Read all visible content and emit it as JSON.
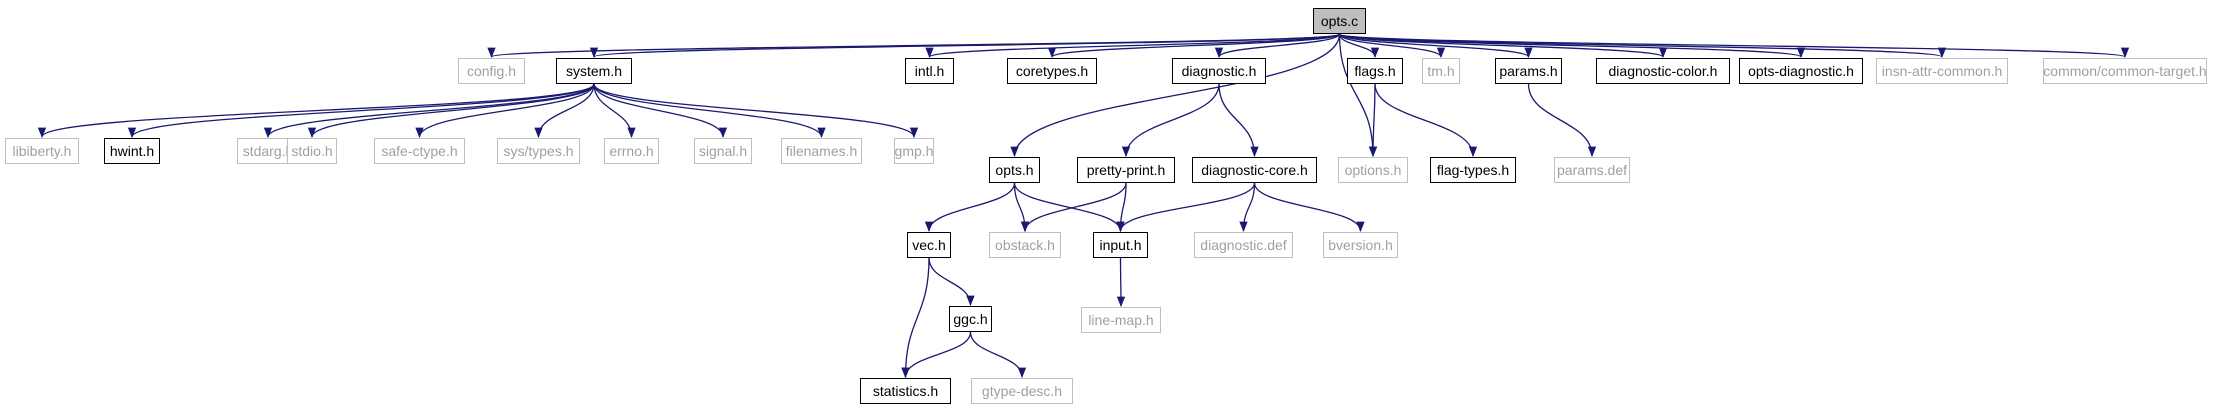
{
  "graph": {
    "edge_color": "#191970",
    "nodes": [
      {
        "id": "opts_c",
        "label": "opts.c",
        "kind": "root"
      },
      {
        "id": "config_h",
        "label": "config.h",
        "kind": "ghost"
      },
      {
        "id": "system_h",
        "label": "system.h",
        "kind": "solid"
      },
      {
        "id": "intl_h",
        "label": "intl.h",
        "kind": "solid"
      },
      {
        "id": "coretypes_h",
        "label": "coretypes.h",
        "kind": "solid"
      },
      {
        "id": "diagnostic_h",
        "label": "diagnostic.h",
        "kind": "solid"
      },
      {
        "id": "flags_h",
        "label": "flags.h",
        "kind": "solid"
      },
      {
        "id": "tm_h",
        "label": "tm.h",
        "kind": "ghost"
      },
      {
        "id": "params_h",
        "label": "params.h",
        "kind": "solid"
      },
      {
        "id": "diagnostic_color_h",
        "label": "diagnostic-color.h",
        "kind": "solid"
      },
      {
        "id": "opts_diagnostic_h",
        "label": "opts-diagnostic.h",
        "kind": "solid"
      },
      {
        "id": "insn_attr_common_h",
        "label": "insn-attr-common.h",
        "kind": "ghost"
      },
      {
        "id": "common_target_h",
        "label": "common/common-target.h",
        "kind": "ghost"
      },
      {
        "id": "libiberty_h",
        "label": "libiberty.h",
        "kind": "ghost"
      },
      {
        "id": "hwint_h",
        "label": "hwint.h",
        "kind": "solid"
      },
      {
        "id": "stdarg_h",
        "label": "stdarg.h",
        "kind": "ghost"
      },
      {
        "id": "stdio_h",
        "label": "stdio.h",
        "kind": "ghost"
      },
      {
        "id": "safe_ctype_h",
        "label": "safe-ctype.h",
        "kind": "ghost"
      },
      {
        "id": "sys_types_h",
        "label": "sys/types.h",
        "kind": "ghost"
      },
      {
        "id": "errno_h",
        "label": "errno.h",
        "kind": "ghost"
      },
      {
        "id": "signal_h",
        "label": "signal.h",
        "kind": "ghost"
      },
      {
        "id": "filenames_h",
        "label": "filenames.h",
        "kind": "ghost"
      },
      {
        "id": "gmp_h",
        "label": "gmp.h",
        "kind": "ghost"
      },
      {
        "id": "opts_h",
        "label": "opts.h",
        "kind": "solid"
      },
      {
        "id": "pretty_print_h",
        "label": "pretty-print.h",
        "kind": "solid"
      },
      {
        "id": "diagnostic_core_h",
        "label": "diagnostic-core.h",
        "kind": "solid"
      },
      {
        "id": "options_h",
        "label": "options.h",
        "kind": "ghost"
      },
      {
        "id": "flag_types_h",
        "label": "flag-types.h",
        "kind": "solid"
      },
      {
        "id": "params_def",
        "label": "params.def",
        "kind": "ghost"
      },
      {
        "id": "vec_h",
        "label": "vec.h",
        "kind": "solid"
      },
      {
        "id": "obstack_h",
        "label": "obstack.h",
        "kind": "ghost"
      },
      {
        "id": "input_h",
        "label": "input.h",
        "kind": "solid"
      },
      {
        "id": "diagnostic_def",
        "label": "diagnostic.def",
        "kind": "ghost"
      },
      {
        "id": "bversion_h",
        "label": "bversion.h",
        "kind": "ghost"
      },
      {
        "id": "line_map_h",
        "label": "line-map.h",
        "kind": "ghost"
      },
      {
        "id": "ggc_h",
        "label": "ggc.h",
        "kind": "solid"
      },
      {
        "id": "statistics_h",
        "label": "statistics.h",
        "kind": "solid"
      },
      {
        "id": "gtype_desc_h",
        "label": "gtype-desc.h",
        "kind": "ghost"
      }
    ],
    "edges": [
      [
        "opts_c",
        "config_h"
      ],
      [
        "opts_c",
        "system_h"
      ],
      [
        "opts_c",
        "intl_h"
      ],
      [
        "opts_c",
        "coretypes_h"
      ],
      [
        "opts_c",
        "opts_h"
      ],
      [
        "opts_c",
        "diagnostic_h"
      ],
      [
        "opts_c",
        "options_h"
      ],
      [
        "opts_c",
        "flags_h"
      ],
      [
        "opts_c",
        "tm_h"
      ],
      [
        "opts_c",
        "params_h"
      ],
      [
        "opts_c",
        "diagnostic_color_h"
      ],
      [
        "opts_c",
        "opts_diagnostic_h"
      ],
      [
        "opts_c",
        "insn_attr_common_h"
      ],
      [
        "opts_c",
        "common_target_h"
      ],
      [
        "system_h",
        "libiberty_h"
      ],
      [
        "system_h",
        "hwint_h"
      ],
      [
        "system_h",
        "stdarg_h"
      ],
      [
        "system_h",
        "stdio_h"
      ],
      [
        "system_h",
        "safe_ctype_h"
      ],
      [
        "system_h",
        "sys_types_h"
      ],
      [
        "system_h",
        "errno_h"
      ],
      [
        "system_h",
        "signal_h"
      ],
      [
        "system_h",
        "filenames_h"
      ],
      [
        "system_h",
        "gmp_h"
      ],
      [
        "diagnostic_h",
        "pretty_print_h"
      ],
      [
        "diagnostic_h",
        "diagnostic_core_h"
      ],
      [
        "flags_h",
        "options_h"
      ],
      [
        "flags_h",
        "flag_types_h"
      ],
      [
        "params_h",
        "params_def"
      ],
      [
        "opts_h",
        "vec_h"
      ],
      [
        "opts_h",
        "obstack_h"
      ],
      [
        "opts_h",
        "input_h"
      ],
      [
        "pretty_print_h",
        "obstack_h"
      ],
      [
        "pretty_print_h",
        "input_h"
      ],
      [
        "diagnostic_core_h",
        "input_h"
      ],
      [
        "diagnostic_core_h",
        "diagnostic_def"
      ],
      [
        "diagnostic_core_h",
        "bversion_h"
      ],
      [
        "vec_h",
        "ggc_h"
      ],
      [
        "vec_h",
        "statistics_h"
      ],
      [
        "input_h",
        "line_map_h"
      ],
      [
        "ggc_h",
        "statistics_h"
      ],
      [
        "ggc_h",
        "gtype_desc_h"
      ]
    ]
  }
}
